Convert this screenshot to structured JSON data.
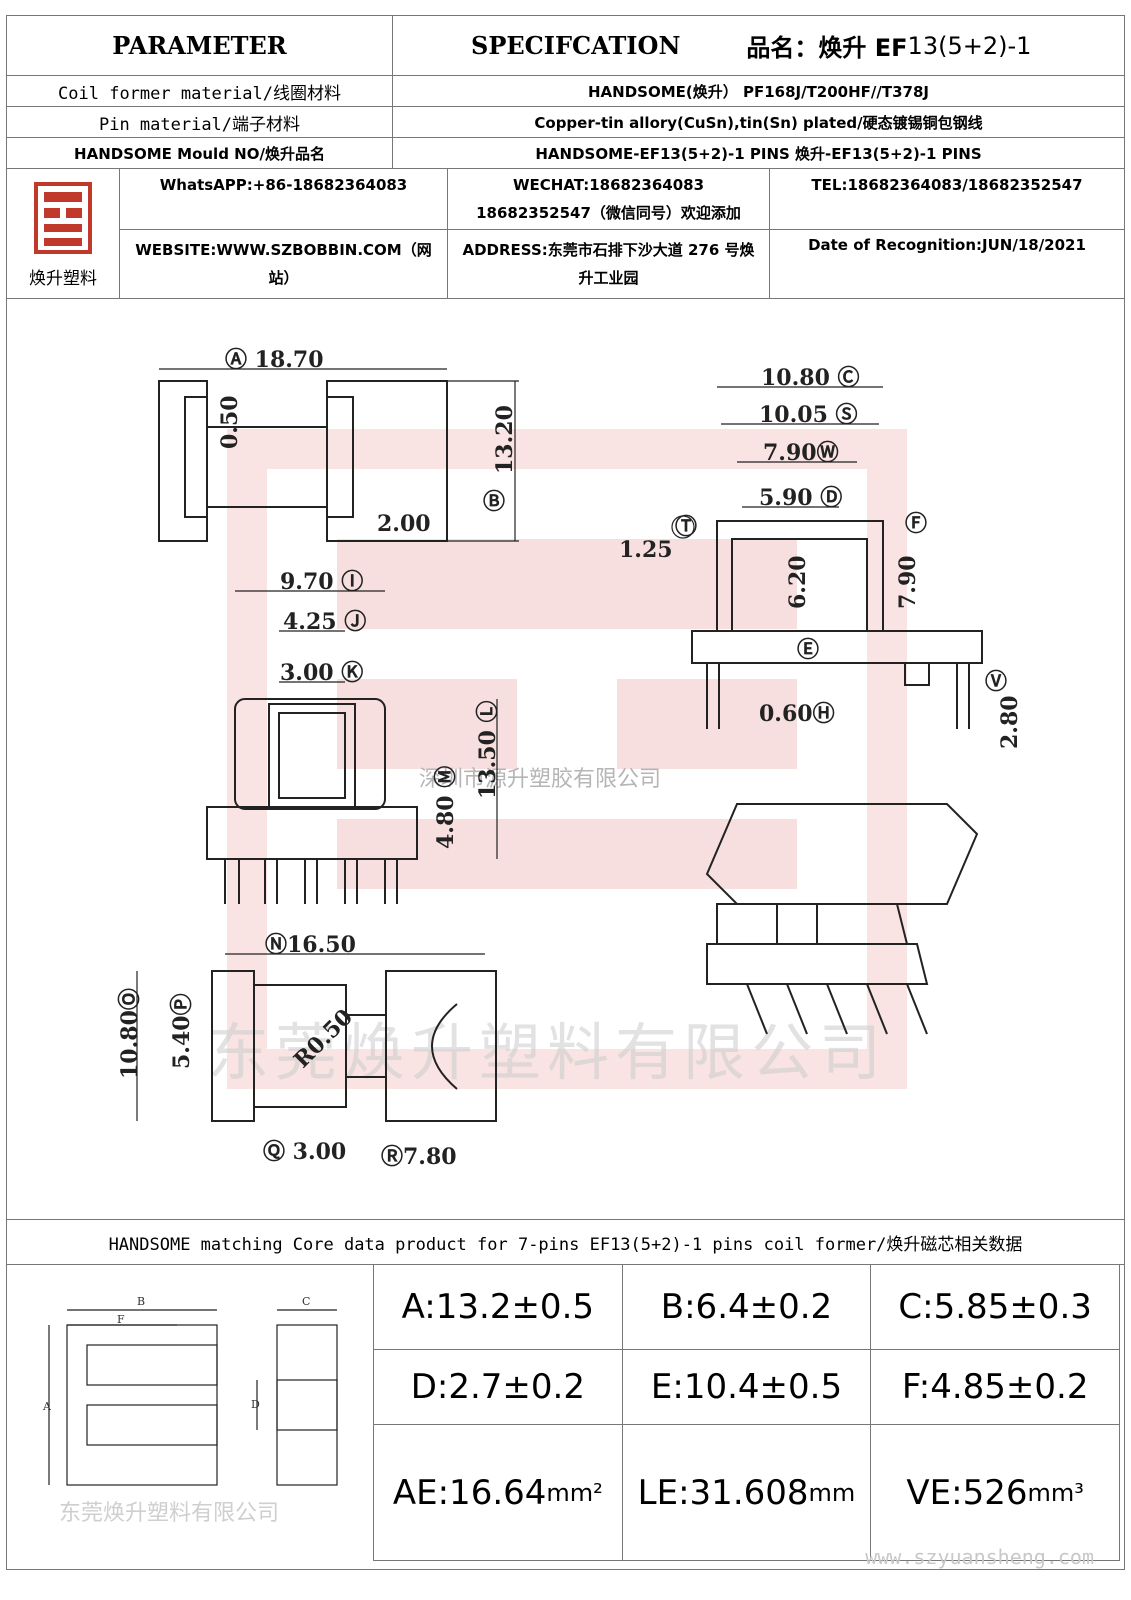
{
  "header": {
    "parameter": "PARAMETER",
    "specification": "SPECIFCATION",
    "product_prefix": "品名：焕升 EF",
    "product_suffix": "13(5+2)-1"
  },
  "rows": [
    {
      "label": "Coil former material/线圈材料",
      "value": "HANDSOME(焕升） PF168J/T200HF//T378J"
    },
    {
      "label": "Pin material/端子材料",
      "value": "Copper-tin allory(CuSn),tin(Sn) plated/硬态镀锡铜包钢线"
    },
    {
      "label": "HANDSOME Mould NO/焕升品名",
      "value": "HANDSOME-EF13(5+2)-1 PINS   焕升-EF13(5+2)-1 PINS"
    }
  ],
  "contact": {
    "logo_text": "焕升塑料",
    "whatsapp": "WhatsAPP:+86-18682364083",
    "wechat_line1": "WECHAT:18682364083",
    "wechat_line2": "18682352547（微信同号）欢迎添加",
    "tel": "TEL:18682364083/18682352547",
    "website": "WEBSITE:WWW.SZBOBBIN.COM（网站）",
    "address": "ADDRESS:东莞市石排下沙大道 276 号焕升工业园",
    "date": "Date of Recognition:JUN/18/2021"
  },
  "drawing": {
    "dims": [
      "Ⓐ 18.70",
      "0.50",
      "13.20",
      "Ⓑ",
      "2.00",
      "9.70 Ⓘ",
      "4.25 Ⓙ",
      "3.00 Ⓚ",
      "13.50 Ⓛ",
      "4.80 Ⓜ",
      "Ⓝ16.50",
      "10.80Ⓞ",
      "5.40Ⓟ",
      "R0.50",
      "Ⓠ 3.00",
      "Ⓡ7.80",
      "10.80 Ⓒ",
      "10.05 Ⓢ",
      "7.90Ⓦ",
      "5.90 Ⓓ",
      "Ⓣ",
      "1.25",
      "Ⓕ",
      "6.20",
      "7.90",
      "Ⓔ",
      "Ⓥ",
      "0.60Ⓗ",
      "2.80"
    ],
    "watermark_text": "深圳市源升塑胶有限公司",
    "watermark_big": "东莞焕升塑料有限公司"
  },
  "core": {
    "title": "HANDSOME matching Core data  product for 7-pins EF13(5+2)-1 pins coil former/焕升磁芯相关数据",
    "labels": [
      "A",
      "B",
      "C",
      "D",
      "F"
    ],
    "watermark": "东莞焕升塑料有限公司",
    "website": "www.szyuansheng.com",
    "cells": [
      {
        "text": "A:13.2±0.5",
        "unit": ""
      },
      {
        "text": "B:6.4±0.2",
        "unit": ""
      },
      {
        "text": "C:5.85±0.3",
        "unit": ""
      },
      {
        "text": "D:2.7±0.2",
        "unit": ""
      },
      {
        "text": "E:10.4±0.5",
        "unit": ""
      },
      {
        "text": "F:4.85±0.2",
        "unit": ""
      },
      {
        "text": "AE:16.64",
        "unit": "mm²"
      },
      {
        "text": "LE:31.608",
        "unit": "mm"
      },
      {
        "text": "VE:526",
        "unit": "mm³"
      }
    ]
  }
}
